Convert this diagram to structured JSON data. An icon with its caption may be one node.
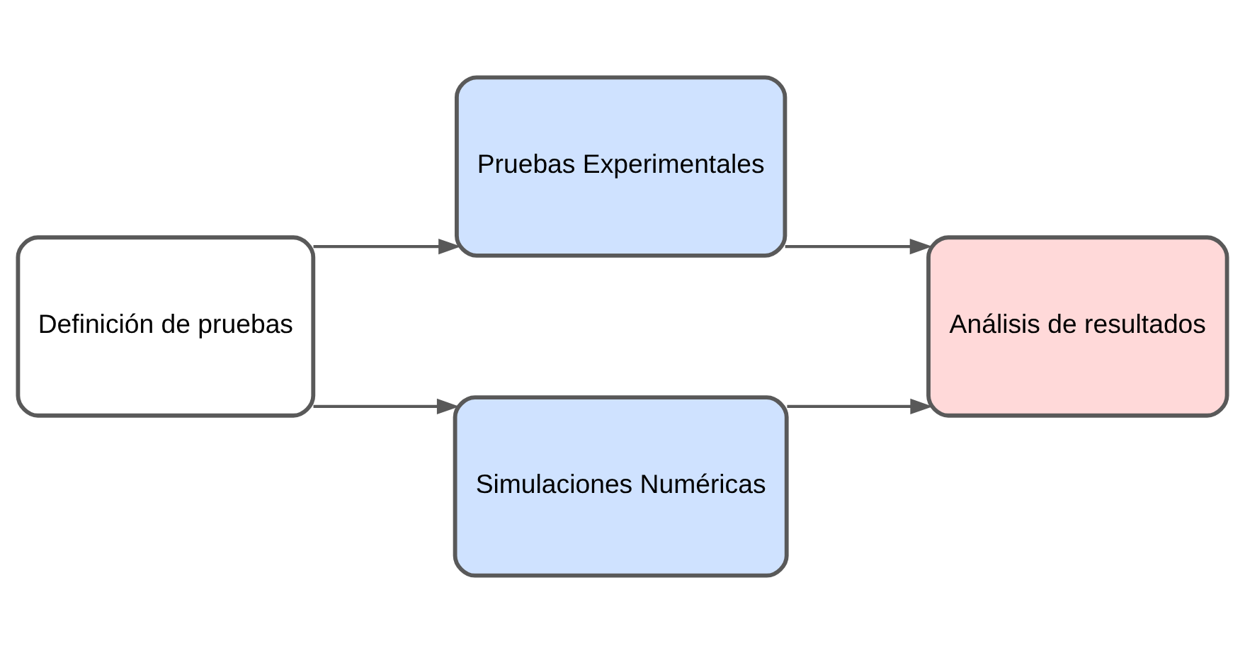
{
  "diagram": {
    "nodes": [
      {
        "text": [
          "Definición de pruebas"
        ]
      },
      {
        "text": [
          "Pruebas Experimentales"
        ]
      },
      {
        "text": [
          "Simulaciones Numéricas"
        ]
      },
      {
        "text": [
          "Análisis de resultados"
        ]
      }
    ],
    "edges": [
      {
        "from": 0,
        "to": 1,
        "arrow": "to"
      },
      {
        "from": 0,
        "to": 2,
        "arrow": "to"
      },
      {
        "from": 1,
        "to": 3,
        "arrow": "to"
      },
      {
        "from": 2,
        "to": 3,
        "arrow": "to"
      }
    ]
  }
}
